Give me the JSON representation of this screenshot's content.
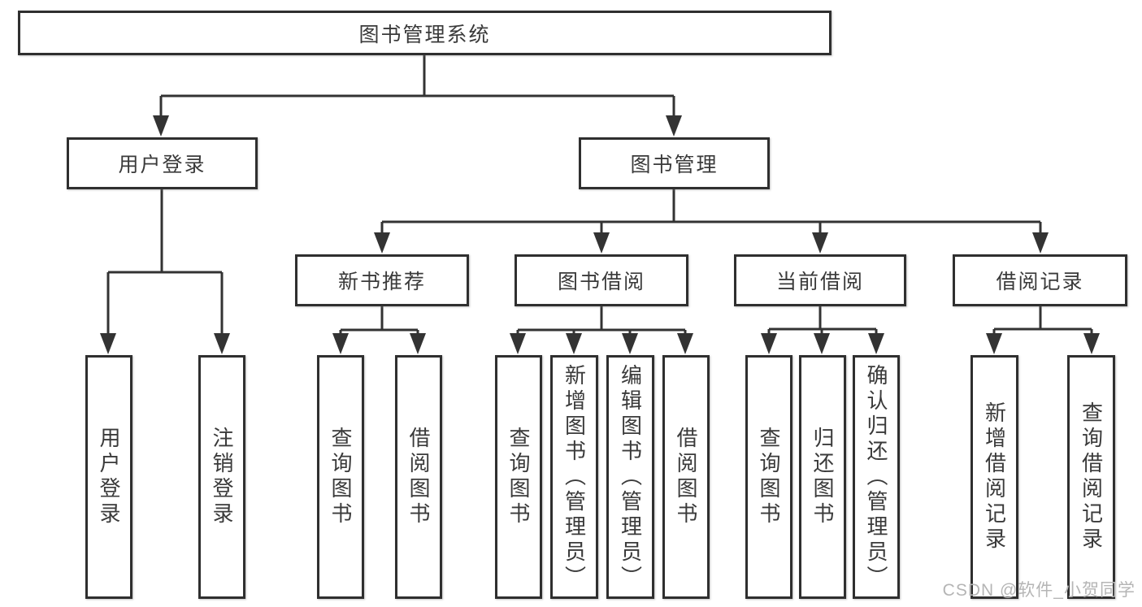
{
  "diagram": {
    "root": {
      "label": "图书管理系统"
    },
    "level2": {
      "user_login": {
        "label": "用户登录"
      },
      "book_mgmt": {
        "label": "图书管理"
      }
    },
    "level3": {
      "new_books": {
        "label": "新书推荐"
      },
      "borrow": {
        "label": "图书借阅"
      },
      "current": {
        "label": "当前借阅"
      },
      "records": {
        "label": "借阅记录"
      }
    },
    "leaves": {
      "login": [
        "用户登录",
        "注销登录"
      ],
      "new_books": [
        "查询图书",
        "借阅图书"
      ],
      "borrow": [
        "查询图书",
        "新增图书（管理员）",
        "编辑图书（管理员）",
        "借阅图书"
      ],
      "current": [
        "查询图书",
        "归还图书",
        "确认归还（管理员）"
      ],
      "records": [
        "新增借阅记录",
        "查询借阅记录"
      ]
    }
  },
  "watermark": {
    "text": "CSDN @软件_小贺同学"
  },
  "colors": {
    "line": "#333333",
    "border": "#2f2f2f",
    "text": "#3a3a3a",
    "watermark": "#b5b5b5",
    "background": "#ffffff"
  }
}
